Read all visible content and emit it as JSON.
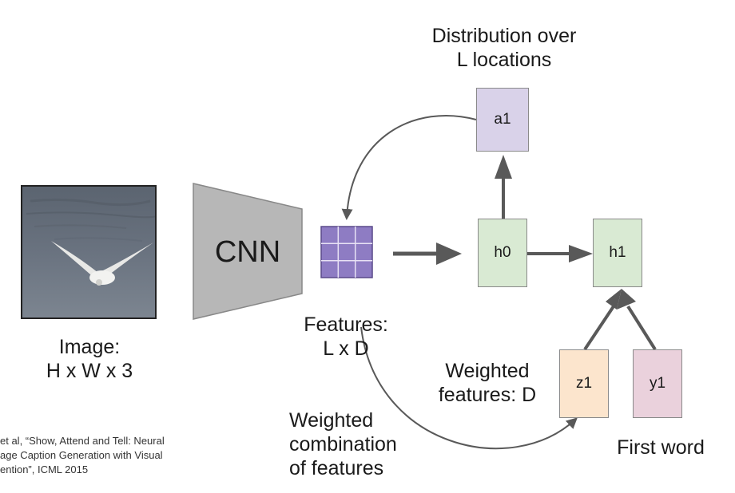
{
  "cnn_label": "CNN",
  "image_caption": [
    "Image:",
    "H x W x 3"
  ],
  "features_caption": [
    "Features:",
    "L x D"
  ],
  "distribution_caption": [
    "Distribution over",
    "L locations"
  ],
  "weighted_features_caption": [
    "Weighted",
    "features: D"
  ],
  "weighted_combination_caption": [
    "Weighted",
    "combination",
    "of features"
  ],
  "first_word_caption": "First word",
  "nodes": {
    "a1": "a1",
    "h0": "h0",
    "h1": "h1",
    "z1": "z1",
    "y1": "y1"
  },
  "citation": [
    "et al, “Show, Attend and Tell: Neural",
    "age Caption Generation with Visual",
    "ention”, ICML 2015"
  ],
  "colors": {
    "attention_box": "#d9d2e9",
    "hidden_box": "#d9ead3",
    "z_box": "#fce5cd",
    "y_box": "#ead1dc",
    "feature_grid": "#8e7cc3",
    "cnn_shape": "#b7b7b7",
    "arrow": "#595959"
  }
}
